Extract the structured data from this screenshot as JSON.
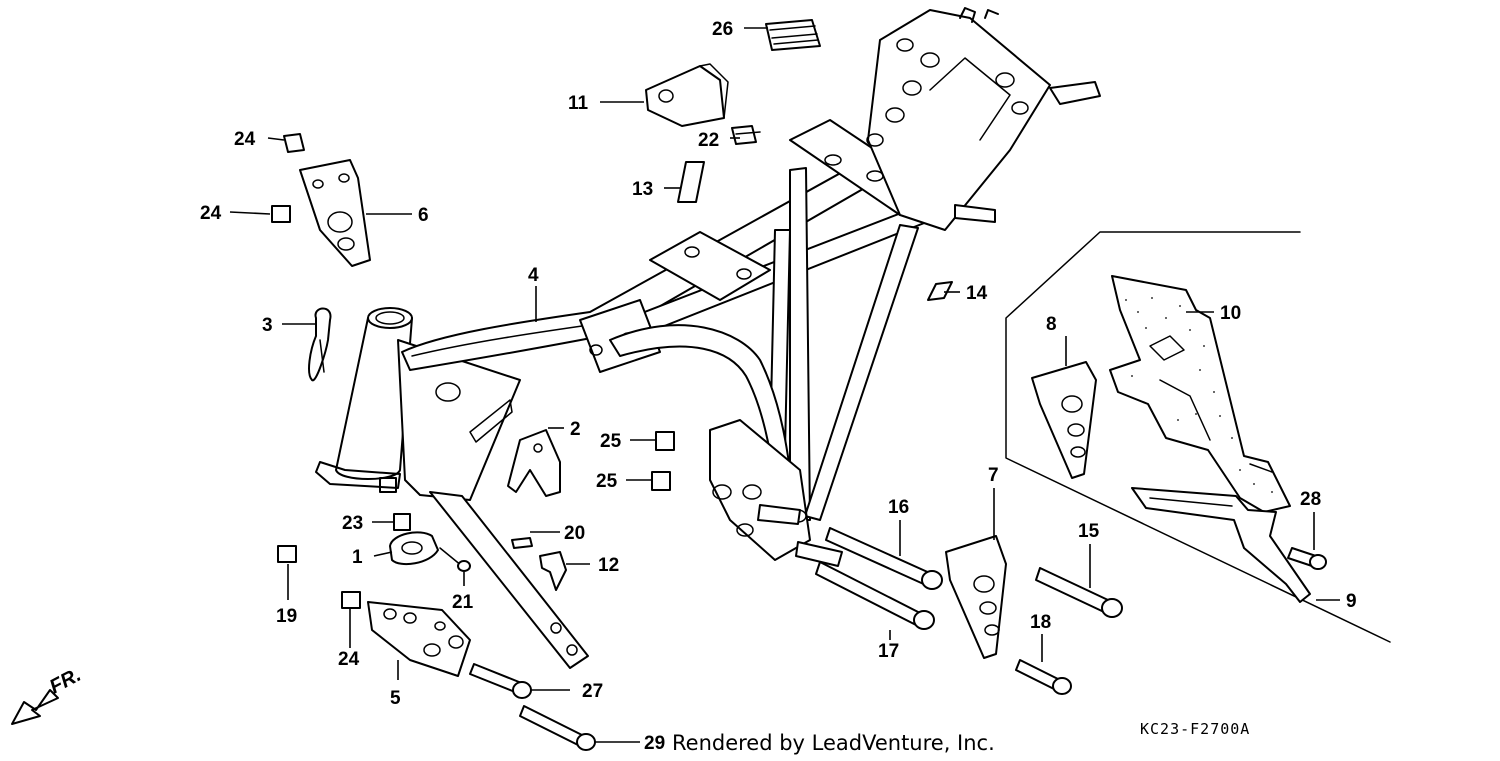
{
  "diagram": {
    "part_callouts": [
      "1",
      "2",
      "3",
      "4",
      "5",
      "6",
      "7",
      "8",
      "9",
      "10",
      "11",
      "12",
      "13",
      "14",
      "15",
      "16",
      "17",
      "18",
      "19",
      "20",
      "21",
      "22",
      "23",
      "24",
      "24",
      "24",
      "25",
      "25",
      "26",
      "27",
      "28",
      "29"
    ],
    "diagram_code": "KC23-F2700A",
    "credit": "Rendered by LeadVenture, Inc.",
    "direction_label": "FR."
  }
}
